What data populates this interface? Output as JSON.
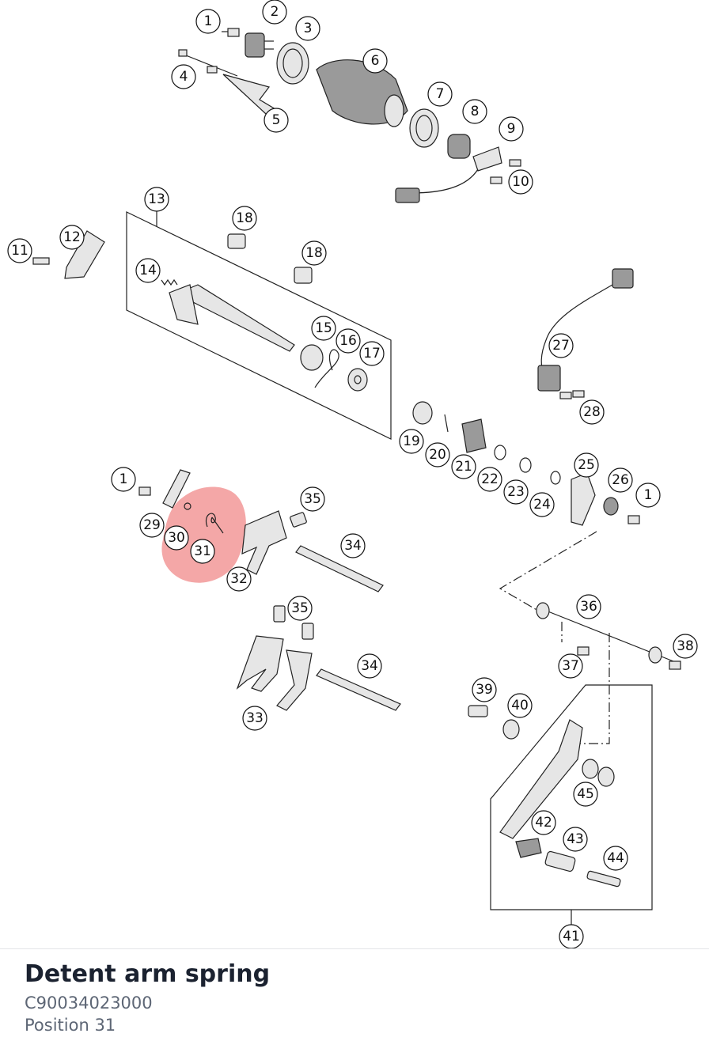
{
  "diagram": {
    "highlight_color": "#f08a8a",
    "callouts": [
      "1",
      "2",
      "3",
      "4",
      "5",
      "6",
      "7",
      "8",
      "9",
      "10",
      "11",
      "12",
      "13",
      "14",
      "15",
      "16",
      "17",
      "18",
      "19",
      "20",
      "21",
      "22",
      "23",
      "24",
      "25",
      "26",
      "27",
      "28",
      "29",
      "30",
      "31",
      "32",
      "33",
      "34",
      "35",
      "36",
      "37",
      "38",
      "39",
      "40",
      "41",
      "42",
      "43",
      "44",
      "45"
    ],
    "highlighted_positions": [
      "30",
      "31"
    ]
  },
  "part": {
    "name": "Detent arm spring",
    "number": "C90034023000",
    "position": "Position 31"
  }
}
